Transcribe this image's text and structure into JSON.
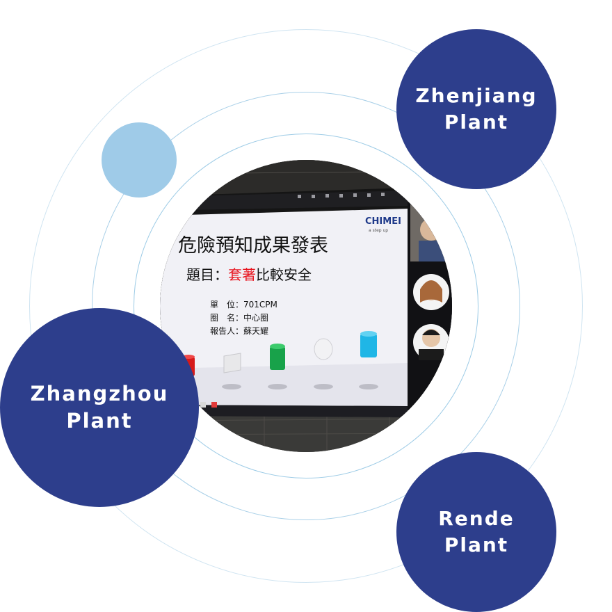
{
  "plants": {
    "zhenjiang": {
      "line1": "Zhenjiang",
      "line2": "Plant"
    },
    "zhangzhou": {
      "line1": "Zhangzhou",
      "line2": "Plant"
    },
    "rende": {
      "line1": "Rende",
      "line2": "Plant"
    }
  },
  "slide": {
    "brand": "CHIMEI",
    "tagline": "a step up",
    "title": "危險預知成果發表",
    "topic_label": "題目：",
    "topic_highlight": "套著",
    "topic_rest": "比較安全",
    "unit_row": "單　位：701CPM",
    "group_row": "圈　名：中心圈",
    "reporter_row": "報告人：蘇天耀"
  },
  "colors": {
    "plant_circle": "#2d3e8c",
    "accent_dot": "#9fcbe8",
    "ring": "#a9d0e8",
    "highlight": "#e8141e"
  }
}
